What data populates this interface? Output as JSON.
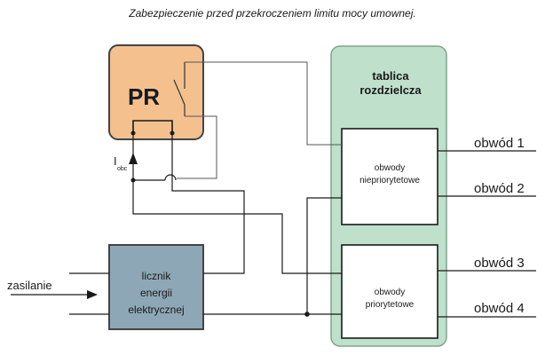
{
  "title": "Zabezpieczenie przed przekroczeniem limitu mocy umownej.",
  "relay": {
    "label": "PR"
  },
  "current": {
    "main": "I",
    "sub": "obc"
  },
  "meter": {
    "line1": "licznik",
    "line2": "energii",
    "line3": "elektrycznej"
  },
  "panel": {
    "line1": "tablica",
    "line2": "rozdzielcza"
  },
  "nonpriority": {
    "line1": "obwody",
    "line2": "niepriorytetowe"
  },
  "priority": {
    "line1": "obwody",
    "line2": "priorytetowe"
  },
  "circuits": [
    "obwód 1",
    "obwód 2",
    "obwód 3",
    "obwód 4"
  ],
  "supply": {
    "label": "zasilanie"
  },
  "colors": {
    "relay_fill": "#f3c08e",
    "meter_fill": "#8ea7b7",
    "panel_fill": "#bfe0cb",
    "panel_stroke": "#7fa68d",
    "wire": "#1a1a1a",
    "thin_wire": "#555555"
  }
}
